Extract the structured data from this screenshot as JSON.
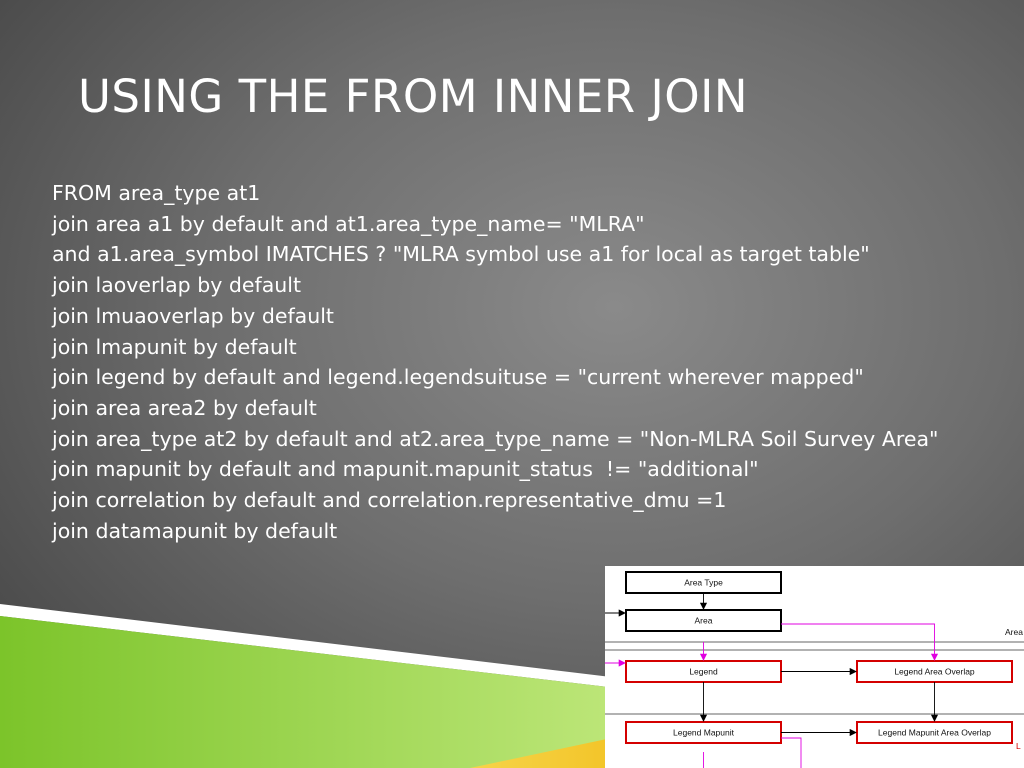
{
  "slide": {
    "title": "USING THE FROM INNER JOIN",
    "code_lines": [
      "FROM area_type at1",
      "join area a1 by default and at1.area_type_name= \"MLRA\"",
      "and a1.area_symbol IMATCHES ? \"MLRA symbol use a1 for local as target table\"",
      "join laoverlap by default",
      "join lmuaoverlap by default",
      "join lmapunit by default",
      "join legend by default and legend.legendsuituse = \"current wherever mapped\"",
      "join area area2 by default",
      "join area_type at2 by default and at2.area_type_name = \"Non-MLRA Soil Survey Area\"",
      "join mapunit by default and mapunit.mapunit_status  != \"additional\"",
      "join correlation by default and correlation.representative_dmu =1",
      "join datamapunit by default"
    ]
  },
  "diagram": {
    "boxes": {
      "area_type": "Area Type",
      "area": "Area",
      "legend": "Legend",
      "legend_area_overlap": "Legend Area Overlap",
      "legend_mapunit": "Legend Mapunit",
      "legend_mapunit_area_overlap": "Legend Mapunit Area Overlap"
    },
    "clipped_label_area": "Area",
    "clipped_label_l": "L"
  },
  "colors": {
    "box_black_border": "#000000",
    "box_red_border": "#d40000",
    "arrow_magenta": "#e000e0",
    "green_stripe": "#8ccf3a",
    "yellow_stripe": "#f2c21a"
  }
}
